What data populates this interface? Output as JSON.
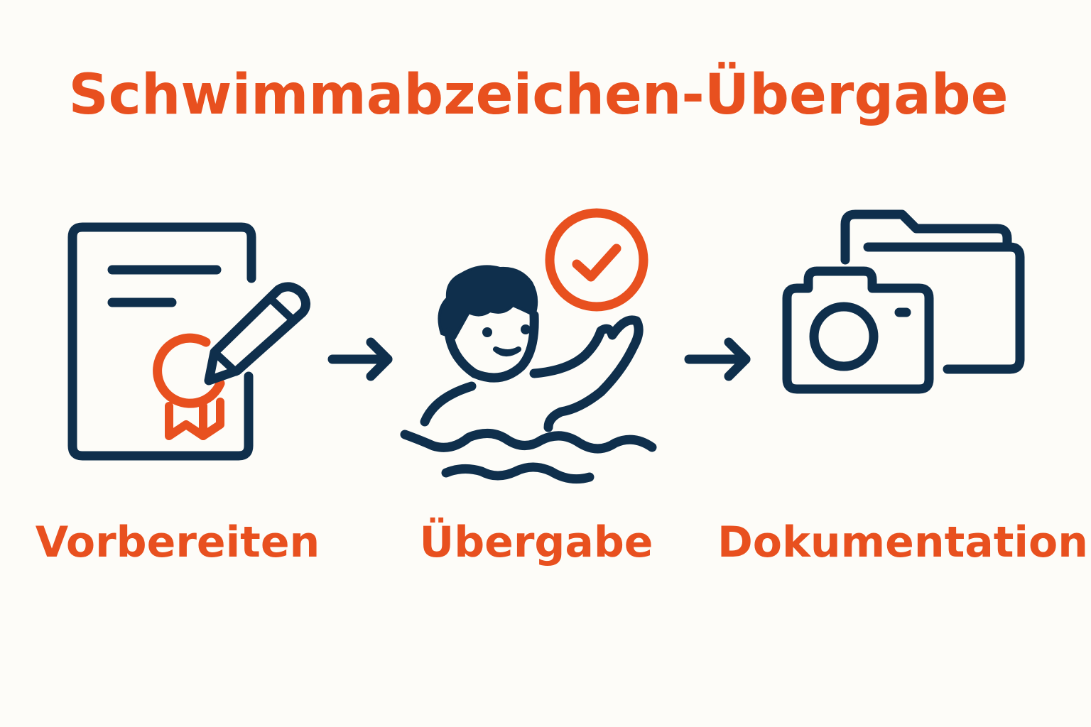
{
  "title": "Schwimmabzeichen-Übergabe",
  "colors": {
    "accent": "#e8501f",
    "stroke": "#0f2f4c",
    "background": "#fdfcf8"
  },
  "steps": [
    {
      "label": "Vorbereiten",
      "icon": "certificate-with-pencil-icon"
    },
    {
      "label": "Übergabe",
      "icon": "swimmer-with-checkmark-icon"
    },
    {
      "label": "Dokumentation",
      "icon": "camera-and-folder-icon"
    }
  ],
  "arrows": [
    "arrow-right-icon",
    "arrow-right-icon"
  ]
}
